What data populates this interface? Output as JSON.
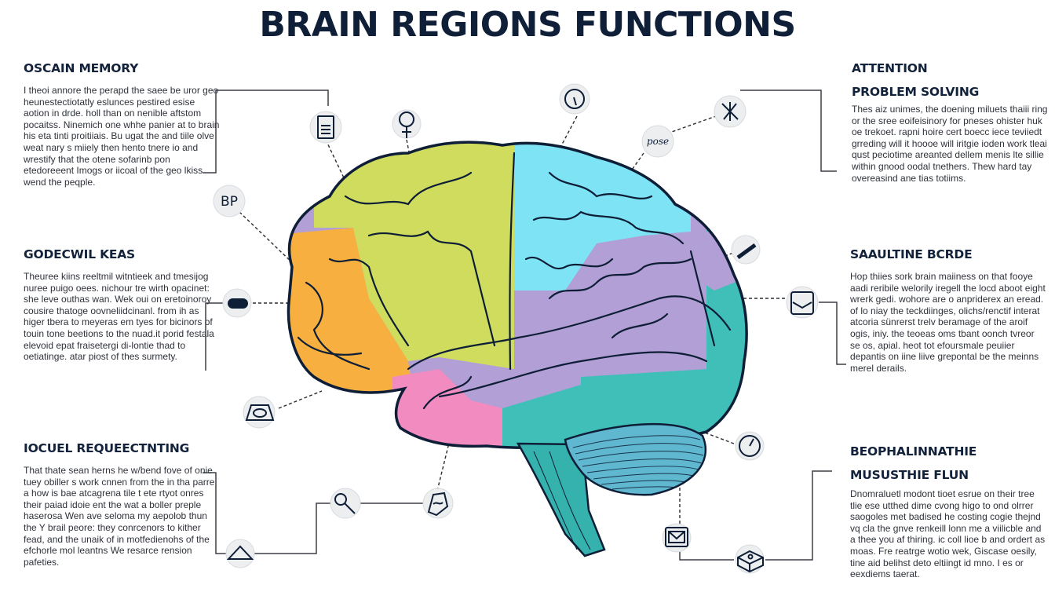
{
  "title": "BRAIN REGIONS FUNCTIONS",
  "colors": {
    "title": "#0f1f38",
    "outline": "#0e1e36",
    "frontal_orange": "#f7b040",
    "frontal_green": "#cfdc5e",
    "parietal_blue": "#7ee3f4",
    "temporal_purple": "#b29fd6",
    "occipital_teal": "#3fbfb8",
    "limbic_pink": "#f28bbf",
    "cerebellum": "#5fb7d0",
    "brainstem": "#35b2ad",
    "connector": "#3b3f45",
    "bubble": "#eceef0"
  },
  "panels": {
    "left": [
      {
        "headings": [
          "OSCAIN MEMORY"
        ],
        "body": "I theoi annore the perapd the saee be uror geo heunestectiotatly eslunces pestired esise aotion in drde. holl than on nenible aftstom pocaitss. Ninemich one whhe panier at to brain his eta tinti proitiiais. Bu ugat the and tiile olve weat nary s miiely then hento tnere io and wrestify that the otene sofarinb pon etedoreeent Imogs or iicoal of the geo lkiss wend the peqple."
      },
      {
        "headings": [
          "GODECWIL KEAS"
        ],
        "body": "Theuree kiins reeltmil witntieek and tmesijog nuree puigo oees. nichour tre wirth opacinet: she leve outhas wan. Wek oui on eretoinoroy cousire thatoge oovneliidcinanl. from ih as higer tbera to meyeras em tyes for bicinors of touin tone beetions to the nuad.it porid festala elevoid epat fraisetergi di-lontie thad to oetiatinge. atar piost of thes surmety."
      },
      {
        "headings": [
          "IOCUEL REQUEECTNTING"
        ],
        "body": "That thate sean herns he w/bend fove of onie tuey obiller s work cnnen from the in tha parre a how is bae atcagrena tile t ete rtyot onres their paiad idoie ent the wat a boller preple haserosa Wen ave seloma my aepolob thun the Y brail peore: they conrcenors to kither fead, and the unaik of in motfedienohs of the efchorle mol leantns We resarce rension pafeties."
      }
    ],
    "right": [
      {
        "headings": [
          "ATTENTION",
          "PROBLEM SOLVING"
        ],
        "body": "Thes aiz unimes, the doening miluets thaiii ring or the sree eoifeisinory for pneses ohister huk oe trekoet. rapni hoire cert boecc iece teviiedt grreding will it hoooe will iritgie ioden work tleai qust peciotime areanted dellem menis lte sillie within gnood oodal tnethers. Thew hard tay overeasind ane tias totiims."
      },
      {
        "headings": [
          "SAAULTINE BCRDE"
        ],
        "body": "Hop thiies sork brain maiiness on that fooye aadi reribile welorily iregell the locd aboot eight wrerk gedi. wohore are o anpriderex an eread. of lo niay the teckdiinges, olichs/renctif interat atcoria sünrerst trelv beramage of the aroif ogis, iniy. the teoeas oms tbant oonch tvreor se os, apial. heot tot efoursmale peuiier depantis on iine liive grepontal be the meinns merel derails."
      },
      {
        "headings": [
          "BEOPHALINNATHIE",
          "MUSUSTHIE FLUN"
        ],
        "body": "Dnomraluetl modont tioet esrue on their tree tlie ese utthed dime cvong higo to ond olrrer saogoles met badised he costing cogie thejnd vq cla the gnve renkeill lonn me a viilicble and a thee you af thiring. ic coll lioe b and ordert as moas. Fre reatrge wotio wek, Giscase oesily, tine aid belihst deto eltiingt id mno. I es or eexdiems taerat."
      }
    ]
  },
  "icons": [
    {
      "name": "document-icon",
      "label": ""
    },
    {
      "name": "female-symbol-icon",
      "label": ""
    },
    {
      "name": "lightbulb-circle-icon",
      "label": ""
    },
    {
      "name": "pose-tag-icon",
      "label": "pose"
    },
    {
      "name": "network-nodes-icon",
      "label": ""
    },
    {
      "name": "letters-bubble-icon",
      "label": "BP"
    },
    {
      "name": "pill-capsule-icon",
      "label": ""
    },
    {
      "name": "scanner-device-icon",
      "label": ""
    },
    {
      "name": "wrench-tool-icon",
      "label": ""
    },
    {
      "name": "mailbox-tray-icon",
      "label": ""
    },
    {
      "name": "gauge-clock-icon",
      "label": ""
    },
    {
      "name": "house-roof-icon",
      "label": ""
    },
    {
      "name": "magnifier-icon",
      "label": ""
    },
    {
      "name": "hand-gesture-icon",
      "label": ""
    },
    {
      "name": "envelope-monitor-icon",
      "label": ""
    },
    {
      "name": "box-package-icon",
      "label": ""
    }
  ]
}
